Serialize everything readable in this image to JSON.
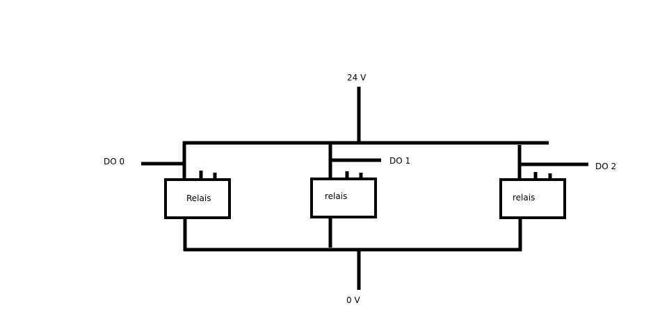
{
  "colors": {
    "background": "#ffffff",
    "line": "#000000"
  },
  "supply": {
    "positive_label": "24 V",
    "ground_label": "0 V"
  },
  "relays": [
    {
      "box_label": "Relais",
      "input_label": "DO 0"
    },
    {
      "box_label": "relais",
      "input_label": "DO 1"
    },
    {
      "box_label": "relais",
      "input_label": "DO 2"
    }
  ]
}
